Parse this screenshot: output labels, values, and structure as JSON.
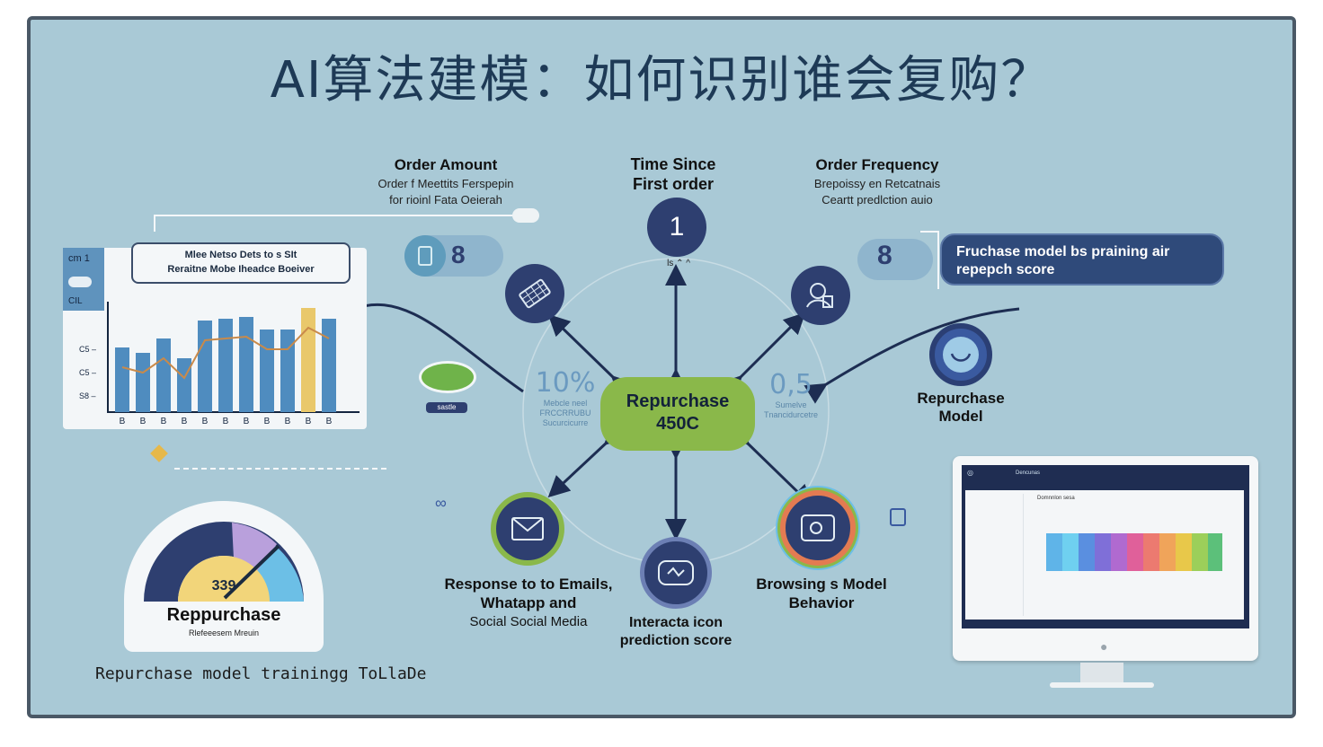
{
  "title": "AI算法建模：如何识别谁会复购？",
  "center": {
    "line1": "Repurchase",
    "line2": "450C"
  },
  "nodes": {
    "order_amount": {
      "title": "Order Amount",
      "sub1": "Order f Meettits Ferspepin",
      "sub2": "for rioinl Fata Oeierah"
    },
    "time_since": {
      "title1": "Time Since",
      "title2": "First order",
      "badge": "1",
      "mini": "ls ⌃ ^"
    },
    "order_frequency": {
      "title": "Order Frequency",
      "sub1": "Brepoissy en Retcatnais",
      "sub2": "Ceartt predlction auio"
    },
    "response": {
      "line1": "Response to to Emails,",
      "line2": "Whatapp and",
      "line3": "Social Social Media"
    },
    "interaction": {
      "line1": "Interacta icon",
      "line2": "prediction score"
    },
    "browsing": {
      "line1": "Browsing s  Model",
      "line2": "Behavior"
    },
    "model": {
      "line1": "Repurchase",
      "line2": "Model"
    }
  },
  "tooltip": {
    "line1": "Fruchase model bs praining air",
    "line2": "repepch score"
  },
  "badges": {
    "left": "8",
    "right": "8"
  },
  "stats": {
    "left": {
      "value": "10%",
      "line1": "Mebcle neel",
      "line2": "FRCCRRUBU",
      "line3": "Sucurcicurre"
    },
    "right": {
      "value": "0,5",
      "line1": "Sumelve",
      "line2": "Tnancidurcetre"
    }
  },
  "chart_data": {
    "type": "bar",
    "categories": [
      "B",
      "B",
      "B",
      "B",
      "B",
      "B",
      "B",
      "B",
      "B",
      "B",
      "B"
    ],
    "values": [
      3.6,
      3.3,
      4.1,
      3.0,
      5.1,
      5.2,
      5.3,
      4.6,
      4.6,
      5.8,
      5.2
    ],
    "highlight_color": "#e9c86b",
    "bar_color": "#4f8cbf",
    "title": "",
    "tick_labels": [
      "C5",
      "C5",
      "S8"
    ],
    "legend_label": "CIL",
    "corner_label": "cm 1"
  },
  "chart_bubble": {
    "line1": "Mlee Netso Dets to s SIt",
    "line2": "Reraitne Mobe Iheadce Boeiver"
  },
  "chip_label": "sastle",
  "gauge": {
    "value": "339",
    "label": "Reppurchase",
    "sub": "Rlefeeesem Mreuin"
  },
  "bottom_caption": "Repurchase model trainingg ToLlaDe",
  "dashboard": {
    "header": "Dencunas",
    "subheader": "Domnnlon sesa"
  },
  "colors": {
    "accent_green": "#8ab84a",
    "navy": "#2e3f70",
    "background": "#a9c9d6"
  }
}
